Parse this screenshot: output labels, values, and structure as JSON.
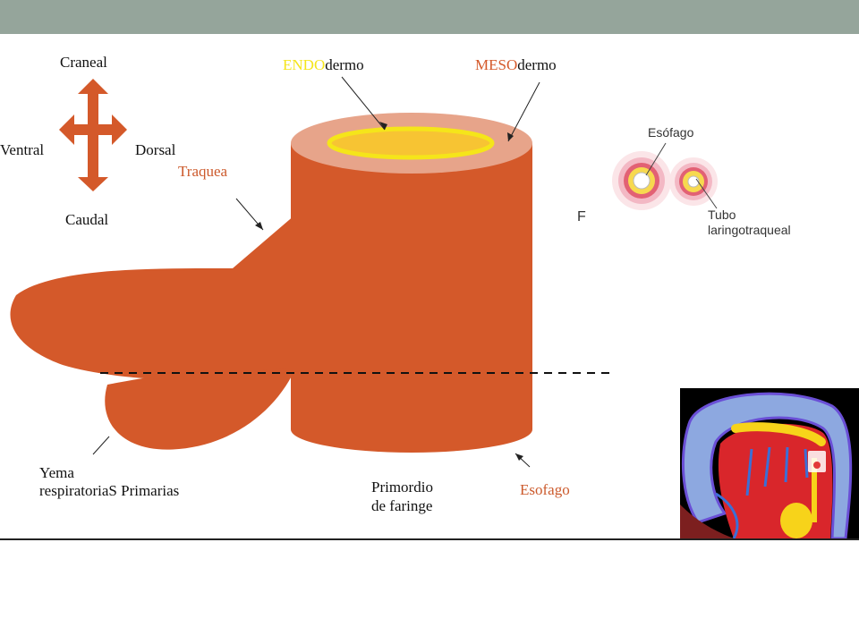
{
  "orientation": {
    "craneal": "Craneal",
    "ventral": "Ventral",
    "dorsal": "Dorsal",
    "caudal": "Caudal"
  },
  "labels": {
    "endo_prefix": "ENDO",
    "endo_suffix": "dermo",
    "meso_prefix": "MESO",
    "meso_suffix": "dermo",
    "traquea": "Traquea",
    "yema_line1": "Yema",
    "yema_line2": "respiratoriaS Primarias",
    "primordio_line1": "Primordio",
    "primordio_line2": "de faringe",
    "esofago": "Esofago"
  },
  "cross_section": {
    "panel_letter": "F",
    "esofago": "Esófago",
    "tubo_line1": "Tubo",
    "tubo_line2": "laringotraqueal"
  },
  "colors": {
    "tissue": "#d4592a",
    "endoderm": "#f5e51a",
    "mesoderm_top": "#e7a48a",
    "header_bar": "#95a59b"
  }
}
